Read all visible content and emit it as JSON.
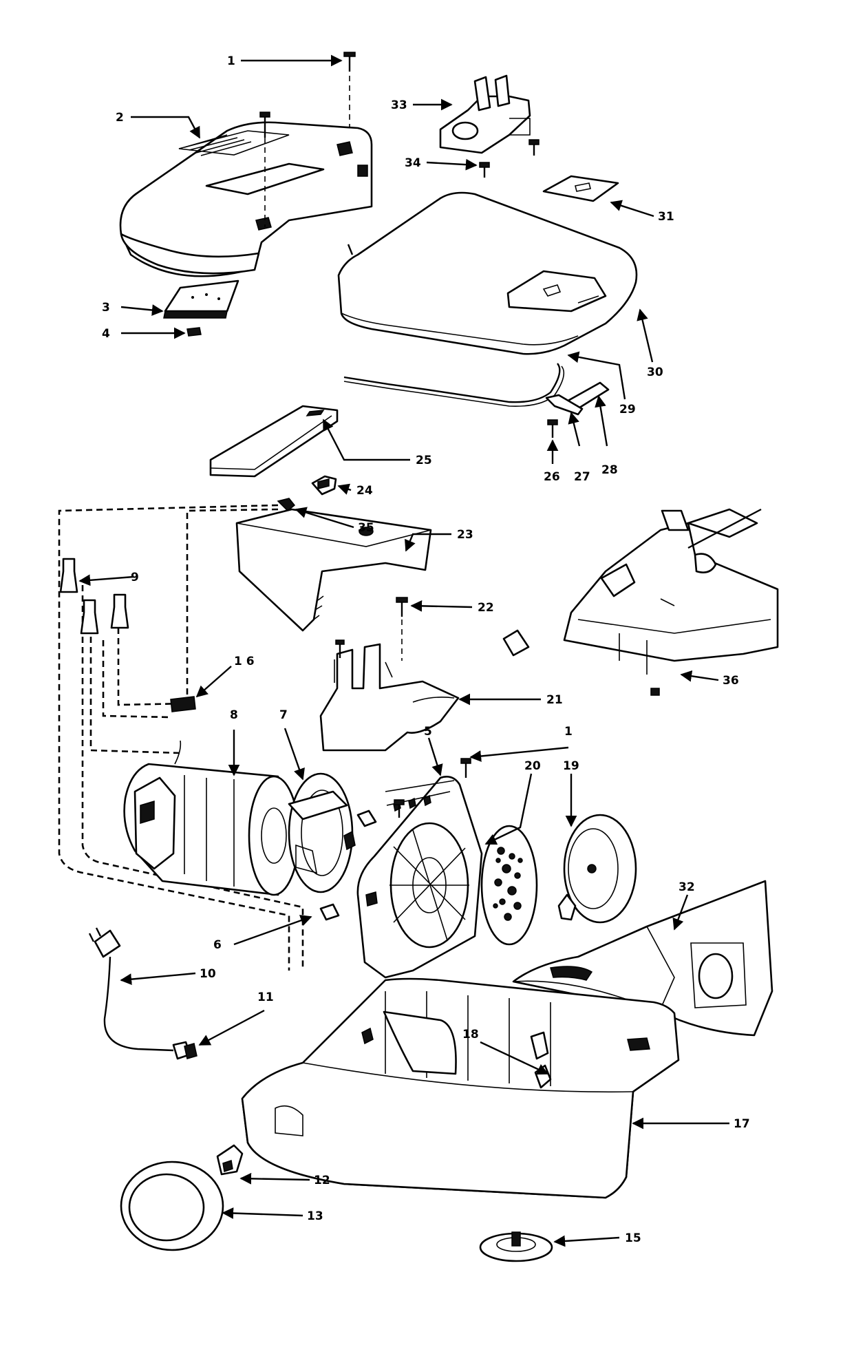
{
  "callouts": [
    {
      "id": "c1a",
      "number": "1"
    },
    {
      "id": "c2",
      "number": "2"
    },
    {
      "id": "c3",
      "number": "3"
    },
    {
      "id": "c4",
      "number": "4"
    },
    {
      "id": "c33",
      "number": "33"
    },
    {
      "id": "c34",
      "number": "34"
    },
    {
      "id": "c31",
      "number": "31"
    },
    {
      "id": "c30",
      "number": "30"
    },
    {
      "id": "c29",
      "number": "29"
    },
    {
      "id": "c28",
      "number": "28"
    },
    {
      "id": "c27",
      "number": "27"
    },
    {
      "id": "c26",
      "number": "26"
    },
    {
      "id": "c25",
      "number": "25"
    },
    {
      "id": "c24",
      "number": "24"
    },
    {
      "id": "c35",
      "number": "35"
    },
    {
      "id": "c23",
      "number": "23"
    },
    {
      "id": "c9",
      "number": "9"
    },
    {
      "id": "c22",
      "number": "22"
    },
    {
      "id": "c36",
      "number": "36"
    },
    {
      "id": "c16",
      "number": "1 6"
    },
    {
      "id": "c21",
      "number": "21"
    },
    {
      "id": "c8",
      "number": "8"
    },
    {
      "id": "c7",
      "number": "7"
    },
    {
      "id": "c5",
      "number": "5"
    },
    {
      "id": "c1b",
      "number": "1"
    },
    {
      "id": "c20",
      "number": "20"
    },
    {
      "id": "c19",
      "number": "19"
    },
    {
      "id": "c32",
      "number": "32"
    },
    {
      "id": "c6",
      "number": "6"
    },
    {
      "id": "c10",
      "number": "10"
    },
    {
      "id": "c11",
      "number": "11"
    },
    {
      "id": "c18",
      "number": "18"
    },
    {
      "id": "c17",
      "number": "17"
    },
    {
      "id": "c12",
      "number": "12"
    },
    {
      "id": "c13",
      "number": "13"
    },
    {
      "id": "c15",
      "number": "15"
    }
  ]
}
